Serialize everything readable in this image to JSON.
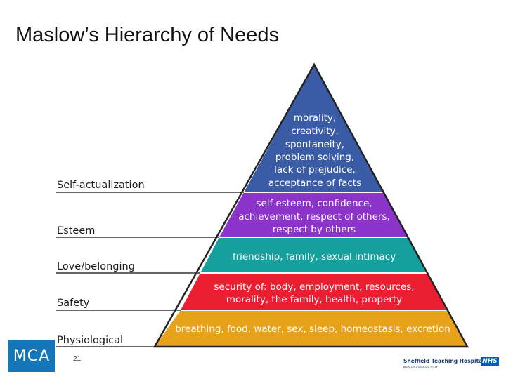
{
  "slide": {
    "title": "Maslow’s Hierarchy of Needs",
    "page_number": "21"
  },
  "pyramid": {
    "levels": [
      {
        "label": "Self-actualization",
        "color": "#3a5ba5",
        "lines": [
          "morality,",
          "creativity,",
          "spontaneity,",
          "problem solving,",
          "lack of prejudice,",
          "acceptance of facts"
        ]
      },
      {
        "label": "Esteem",
        "color": "#8c33c9",
        "lines": [
          "self-esteem, confidence,",
          "achievement, respect of others,",
          "respect by others"
        ]
      },
      {
        "label": "Love/belonging",
        "color": "#16a09d",
        "lines": [
          "friendship, family, sexual intimacy"
        ]
      },
      {
        "label": "Safety",
        "color": "#ea1d31",
        "lines": [
          "security of: body, employment, resources,",
          "morality, the family, health, property"
        ]
      },
      {
        "label": "Physiological",
        "color": "#e7a21a",
        "lines": [
          "breathing, food, water, sex, sleep, homeostasis, excretion"
        ]
      }
    ]
  },
  "logos": {
    "mca": "MCA",
    "trust_name": "Sheffield Teaching Hospitals",
    "trust_sub": "NHS Foundation Trust",
    "nhs": "NHS"
  }
}
